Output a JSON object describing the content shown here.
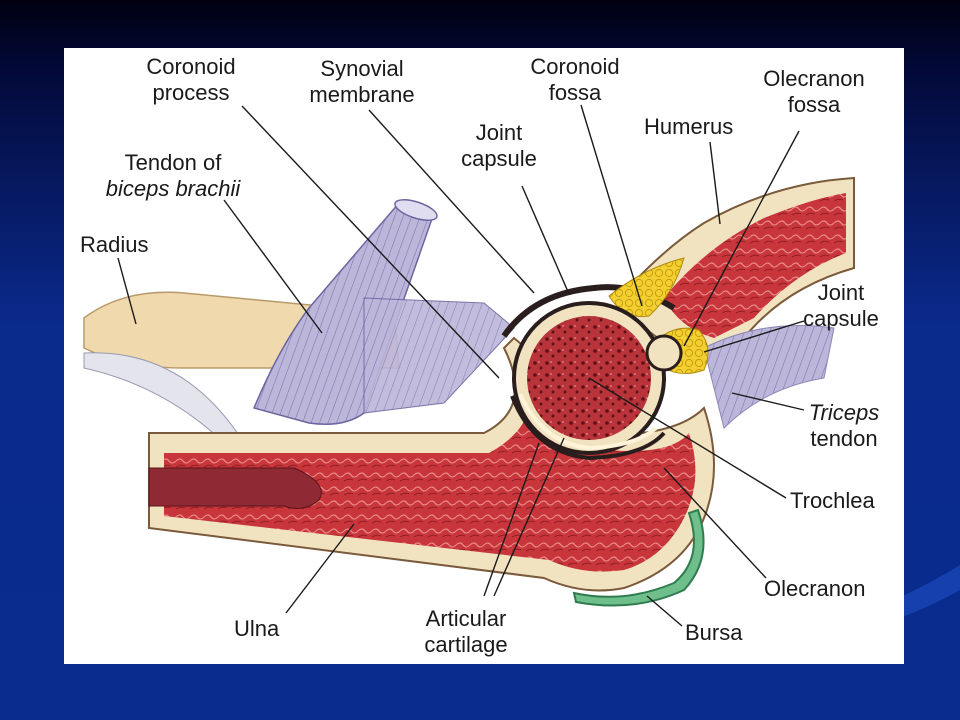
{
  "labels": {
    "coronoid_process": [
      "Coronoid",
      "process"
    ],
    "synovial_membrane": [
      "Synovial",
      "membrane"
    ],
    "coronoid_fossa": [
      "Coronoid",
      "fossa"
    ],
    "olecranon_fossa": [
      "Olecranon",
      "fossa"
    ],
    "humerus": "Humerus",
    "joint_capsule_top": [
      "Joint",
      "capsule"
    ],
    "tendon_biceps": [
      "Tendon of",
      "biceps brachii"
    ],
    "radius": "Radius",
    "joint_capsule_right": [
      "Joint",
      "capsule"
    ],
    "triceps_tendon": [
      "Triceps",
      "tendon"
    ],
    "trochlea": "Trochlea",
    "olecranon": "Olecranon",
    "ulna": "Ulna",
    "articular_cartilage": [
      "Articular",
      "cartilage"
    ],
    "bursa": "Bursa"
  },
  "colors": {
    "bone_red": "#c8353a",
    "cartilage_cream": "#f2e3c0",
    "tendon_lavender": "#b9b4d8",
    "fat_yellow": "#f3d33a",
    "bursa_green": "#6fbf8c",
    "slide_blue": "#0a2a8c"
  }
}
